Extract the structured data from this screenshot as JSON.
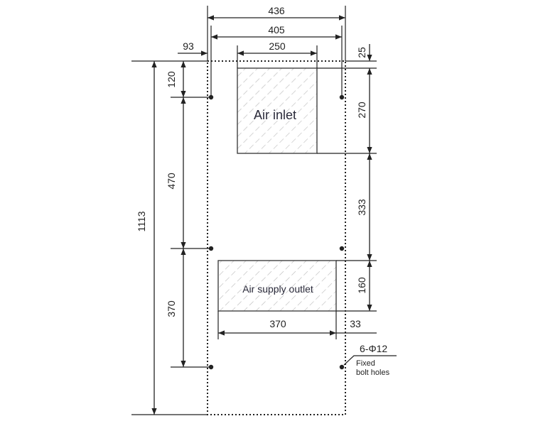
{
  "dimensions": {
    "overall_width": "436",
    "bolt_spacing_width": "405",
    "inlet_width": "250",
    "left_offset": "93",
    "top_offset": "25",
    "overall_height": "1113",
    "top_to_first_bolt": "120",
    "bolt_spacing_upper": "470",
    "bolt_spacing_lower": "370",
    "inlet_height": "270",
    "inlet_to_outlet": "333",
    "outlet_height": "160",
    "outlet_width": "370",
    "outlet_right_offset": "33"
  },
  "labels": {
    "air_inlet": "Air inlet",
    "air_supply_outlet": "Air supply outlet",
    "bolt_spec": "6-Φ12",
    "bolt_note_line1": "Fixed",
    "bolt_note_line2": "bolt holes"
  },
  "colors": {
    "line": "#222222",
    "hatch": "#bbbbbb"
  }
}
